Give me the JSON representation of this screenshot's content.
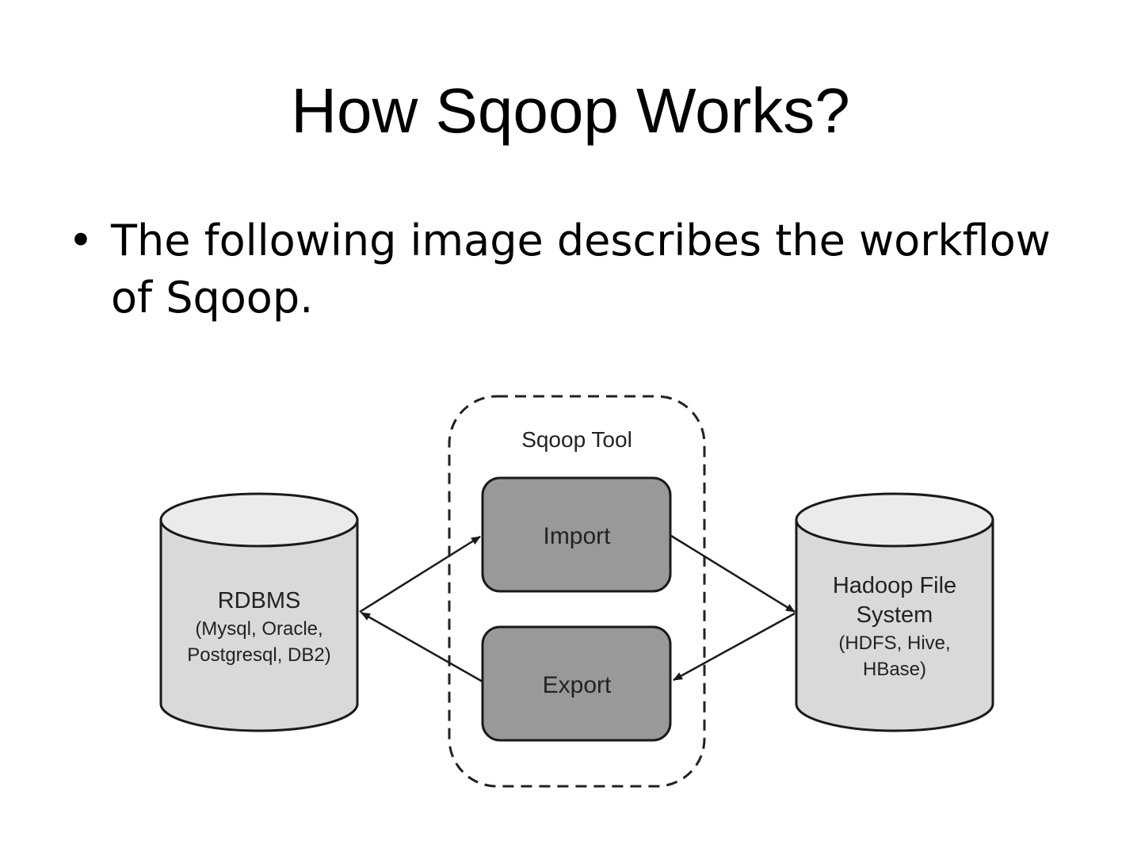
{
  "slide": {
    "title": "How Sqoop Works?",
    "bullets": [
      {
        "marker": "•",
        "text": "The following image describes the workflow of Sqoop."
      }
    ]
  },
  "diagram": {
    "sqoop_tool": {
      "label": "Sqoop Tool",
      "import_label": "Import",
      "export_label": "Export"
    },
    "rdbms": {
      "title": "RDBMS",
      "line1": "(Mysql, Oracle,",
      "line2": "Postgresql, DB2)"
    },
    "hadoop": {
      "title_line1": "Hadoop File",
      "title_line2": "System",
      "line1": "(HDFS, Hive,",
      "line2": "HBase)"
    },
    "colors": {
      "cylinder_fill": "#d9d9d9",
      "cylinder_top": "#ebebeb",
      "box_fill": "#999999",
      "stroke": "#1a1a1a"
    }
  }
}
